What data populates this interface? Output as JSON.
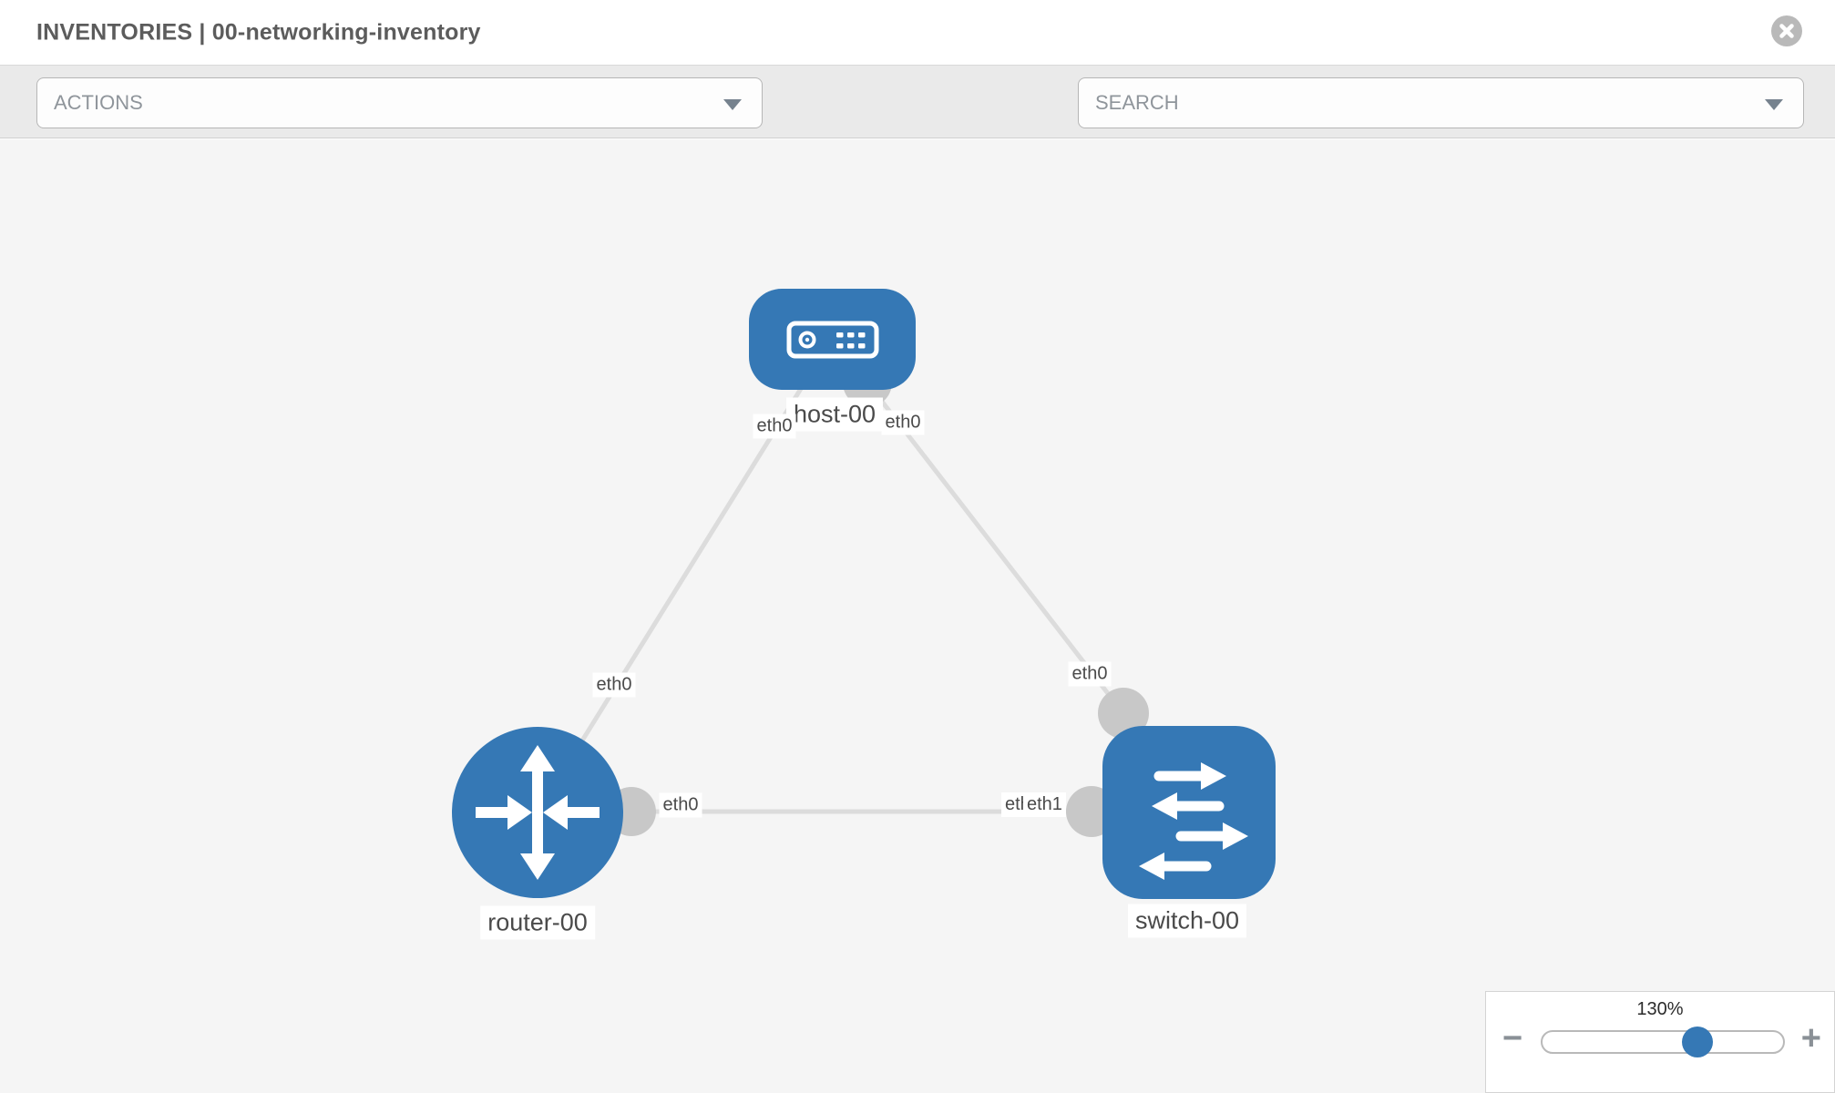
{
  "header": {
    "title": "INVENTORIES | 00-networking-inventory"
  },
  "toolbar": {
    "actions_label": "ACTIONS",
    "search_placeholder": "SEARCH"
  },
  "topology": {
    "nodes": [
      {
        "id": "host-00",
        "type": "host",
        "label": "host-00"
      },
      {
        "id": "router-00",
        "type": "router",
        "label": "router-00"
      },
      {
        "id": "switch-00",
        "type": "switch",
        "label": "switch-00"
      }
    ],
    "links": [
      {
        "source": "host-00",
        "target": "router-00",
        "source_interface": "eth0",
        "target_interface": "eth0"
      },
      {
        "source": "host-00",
        "target": "switch-00",
        "source_interface": "eth0",
        "target_interface": "eth0"
      },
      {
        "source": "router-00",
        "target": "switch-00",
        "source_interface": "eth0",
        "target_interface": "eth1"
      }
    ],
    "interface_labels": {
      "host_left": "eth0",
      "host_right": "eth0",
      "router_top": "eth0",
      "switch_top": "eth0",
      "router_right": "eth0",
      "switch_left_under": "eth0",
      "switch_left_over": "eth1"
    }
  },
  "zoom_control": {
    "value": "130%",
    "minus_label": "−",
    "plus_label": "+"
  },
  "colors": {
    "node_blue": "#3578b5",
    "link_gray": "#dcdcdc",
    "port_gray": "#c8c8c8",
    "canvas_bg": "#f5f5f5",
    "toolbar_bg": "#eaeaea"
  }
}
